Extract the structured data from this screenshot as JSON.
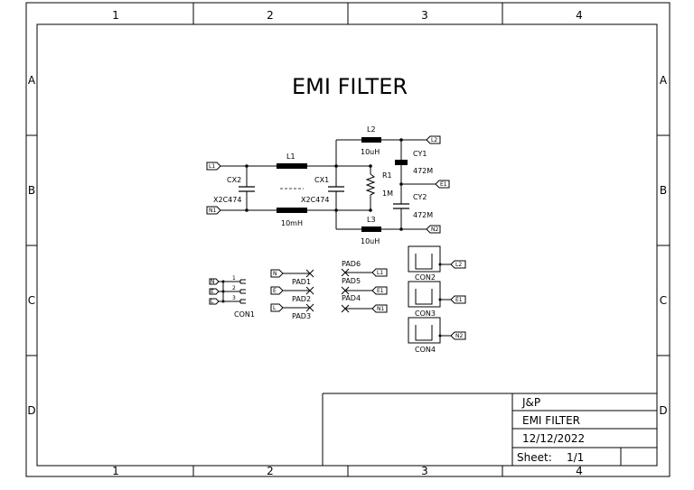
{
  "zones": {
    "cols": [
      "1",
      "2",
      "3",
      "4"
    ],
    "rows": [
      "A",
      "B",
      "C",
      "D"
    ]
  },
  "schematic_title": "EMI FILTER",
  "components": {
    "L1": {
      "ref": "L1",
      "value": "10mH"
    },
    "L2": {
      "ref": "L2",
      "value": "10uH"
    },
    "L3": {
      "ref": "L3",
      "value": "10uH"
    },
    "CX1": {
      "ref": "CX1",
      "value": "X2C474"
    },
    "CX2": {
      "ref": "CX2",
      "value": "X2C474"
    },
    "R1": {
      "ref": "R1",
      "value": "1M"
    },
    "CY1": {
      "ref": "CY1",
      "value": "472M"
    },
    "CY2": {
      "ref": "CY2",
      "value": "472M"
    }
  },
  "net_labels": {
    "L1": "L1",
    "N1": "N1",
    "L2": "L2",
    "E1": "E1",
    "N2": "N2",
    "N": "N",
    "E": "E",
    "L": "L"
  },
  "con1": {
    "ref": "CON1",
    "pins": [
      "1",
      "2",
      "3"
    ]
  },
  "pads": {
    "PAD1": "PAD1",
    "PAD2": "PAD2",
    "PAD3": "PAD3",
    "PAD4": "PAD4",
    "PAD5": "PAD5",
    "PAD6": "PAD6"
  },
  "connectors": {
    "CON2": "CON2",
    "CON3": "CON3",
    "CON4": "CON4"
  },
  "title_block": {
    "company": "J&P",
    "title": "EMI FILTER",
    "date": "12/12/2022",
    "sheet_label": "Sheet:",
    "sheet_value": "1/1"
  }
}
